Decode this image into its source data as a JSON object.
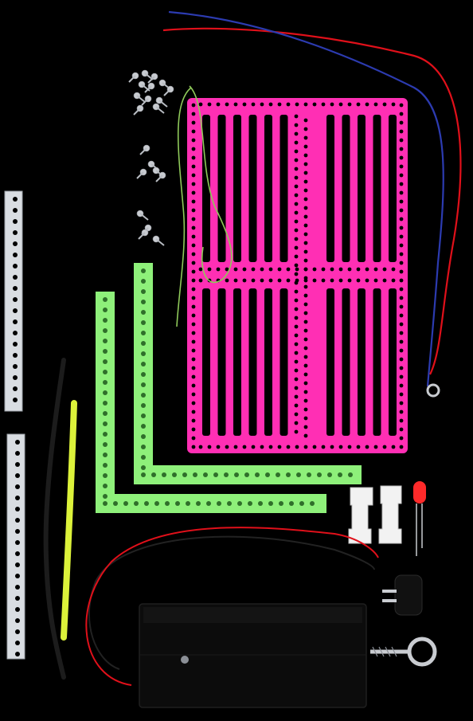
{
  "colors": {
    "background": "#000000",
    "board_pink": "#ff2fb4",
    "angle_green": "#8ef07a",
    "wire_red": "#e0101a",
    "wire_blue": "#2c3bb0",
    "metal_strip": "#d9dde2",
    "battery_box": "#0c0c0c",
    "green_wire": "#8fc95a",
    "yellow_straw": "#dcf23a",
    "led_red": "#ff2a2a",
    "clip_white": "#f2f2f2"
  },
  "items": [
    "screws",
    "pink-perforated-board",
    "green-angle-bracket-large",
    "green-angle-bracket-small",
    "metal-strip-upper",
    "metal-strip-lower",
    "black-tube",
    "yellow-straw",
    "red-blue-wire-pair",
    "green-wire-loop",
    "white-clips",
    "red-led",
    "buzzer",
    "battery-box",
    "eye-screw"
  ]
}
